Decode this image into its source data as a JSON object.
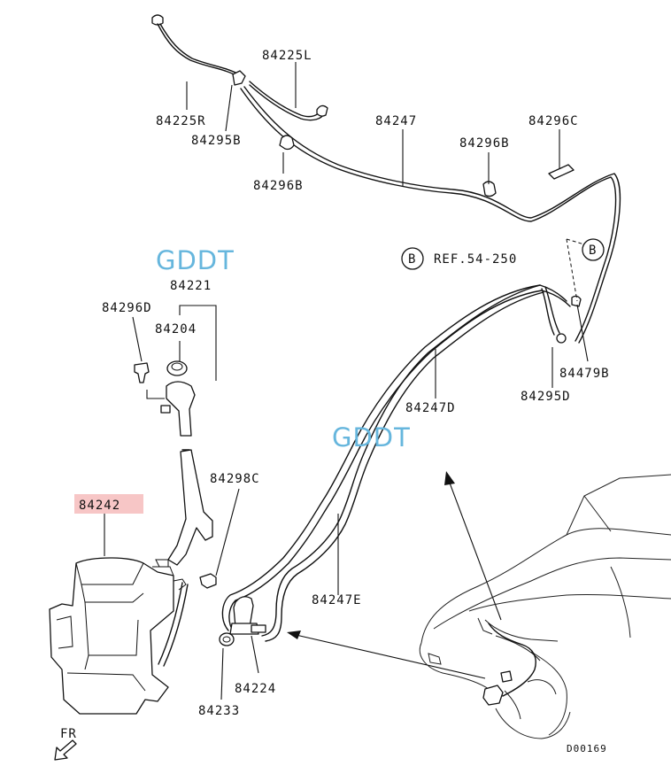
{
  "watermarks": [
    "GDDT",
    "GDDT"
  ],
  "reference": {
    "marker": "B",
    "text": "REF.54-250",
    "detail_marker": "B"
  },
  "labels": {
    "p84225L": "84225L",
    "p84225R": "84225R",
    "p84295B": "84295B",
    "p84296B_left": "84296B",
    "p84247": "84247",
    "p84296B_right": "84296B",
    "p84296C": "84296C",
    "p84221": "84221",
    "p84296D": "84296D",
    "p84204": "84204",
    "p84479B": "84479B",
    "p84295D": "84295D",
    "p84247D": "84247D",
    "p84298C": "84298C",
    "p84242": "84242",
    "p84247E": "84247E",
    "p84224": "84224",
    "p84233": "84233"
  },
  "highlight_color": "#f7c6c6",
  "watermark_color": "#66b6dd",
  "front_indicator": {
    "text": "FR",
    "icon": "arrow-down-left-icon"
  },
  "drawing_code": "D00169"
}
